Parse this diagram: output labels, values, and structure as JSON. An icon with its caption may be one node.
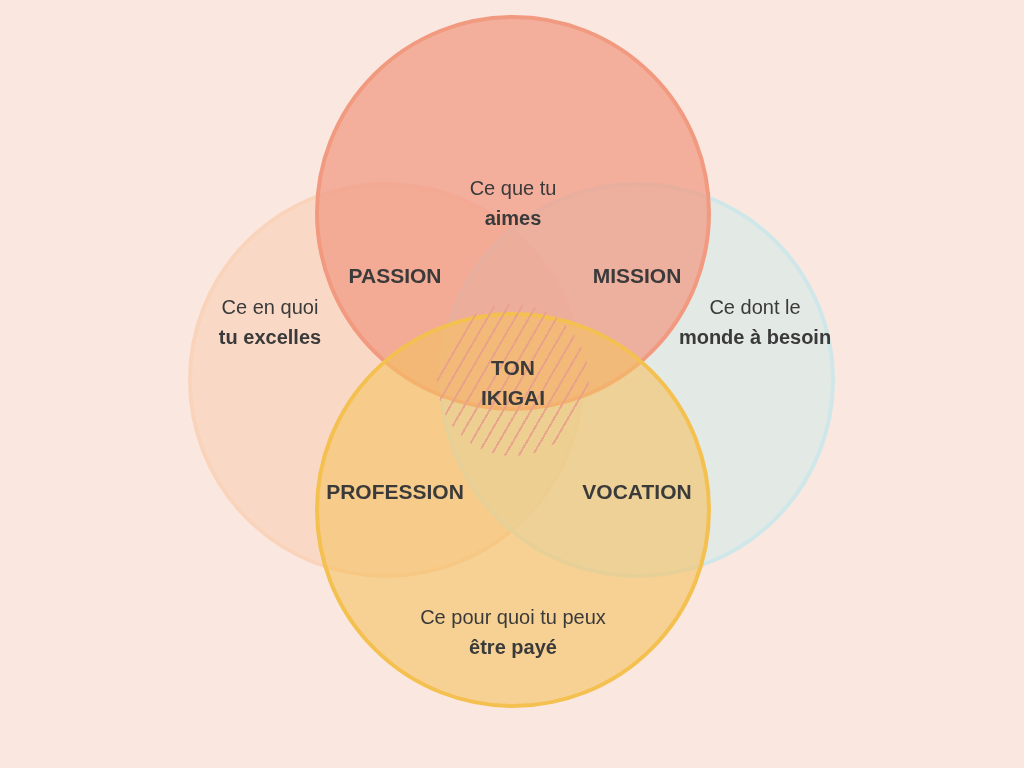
{
  "diagram": {
    "nodes": [
      {
        "text": [
          "Ce que tu **aimes**"
        ]
      },
      {
        "text": [
          "Ce en quoi **tu excelles**"
        ]
      },
      {
        "text": [
          "Ce dont le **monde à besoin**"
        ]
      },
      {
        "text": [
          "Ce pour quoi tu peux **être payé**"
        ]
      }
    ],
    "labels": [
      "PASSION",
      "MISSION",
      "TON IKIGAI",
      "PROFESSION",
      "VOCATION"
    ]
  }
}
